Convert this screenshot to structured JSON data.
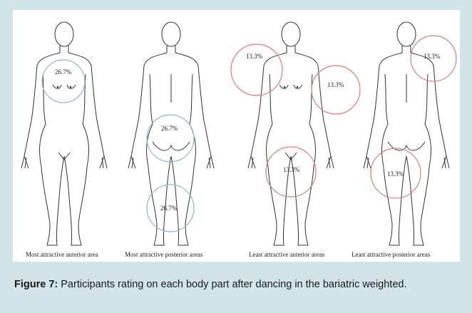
{
  "figures": [
    {
      "label": "Most attractive anterior area",
      "percentages": [
        "26.7%"
      ]
    },
    {
      "label": "Most attractive posterior areas",
      "percentages": [
        "26.7%",
        "26.7%"
      ]
    },
    {
      "label": "Least attractive anterior areas",
      "percentages": [
        "13.3%",
        "13.3%",
        "13.3%"
      ]
    },
    {
      "label": "Least attractive posterior areas",
      "percentages": [
        "13.3%",
        "13.3%"
      ]
    }
  ],
  "colors": {
    "most_attractive_circle": "#8fb6d8",
    "least_attractive_circle": "#e07a7a",
    "background": "#d3e4e9"
  },
  "caption": {
    "prefix": "Figure 7:",
    "text": " Participants rating on each body part after dancing in the bariatric weighted."
  }
}
